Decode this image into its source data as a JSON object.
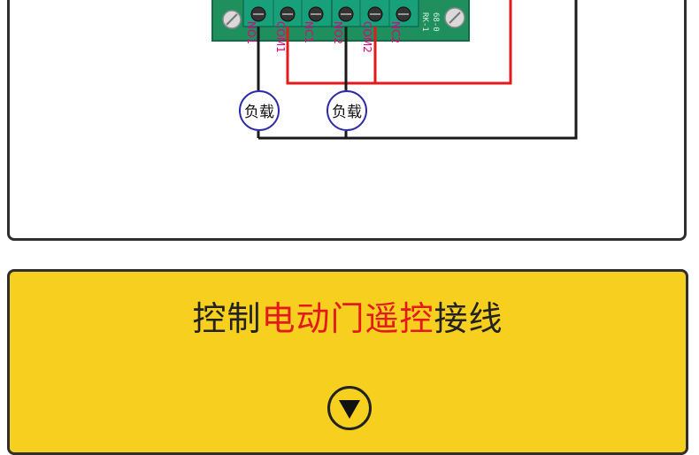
{
  "diagram": {
    "terminals": [
      "NO1",
      "COM1",
      "NC1",
      "NO2",
      "COM2",
      "NC2"
    ],
    "board_text": [
      "RK-1",
      "68-0"
    ],
    "loads": [
      "负载",
      "负载"
    ],
    "colors": {
      "board": "#1e8f5d",
      "live_wire": "#e3191c",
      "neutral_wire": "#1a1a1a",
      "label": "#e4007f",
      "load_ring": "#2b2ba8"
    }
  },
  "banner": {
    "title_prefix": "控制",
    "title_highlight": "电动门遥控",
    "title_suffix": "接线",
    "background": "#f7cf1e",
    "button_icon": "triangle-down-icon"
  }
}
